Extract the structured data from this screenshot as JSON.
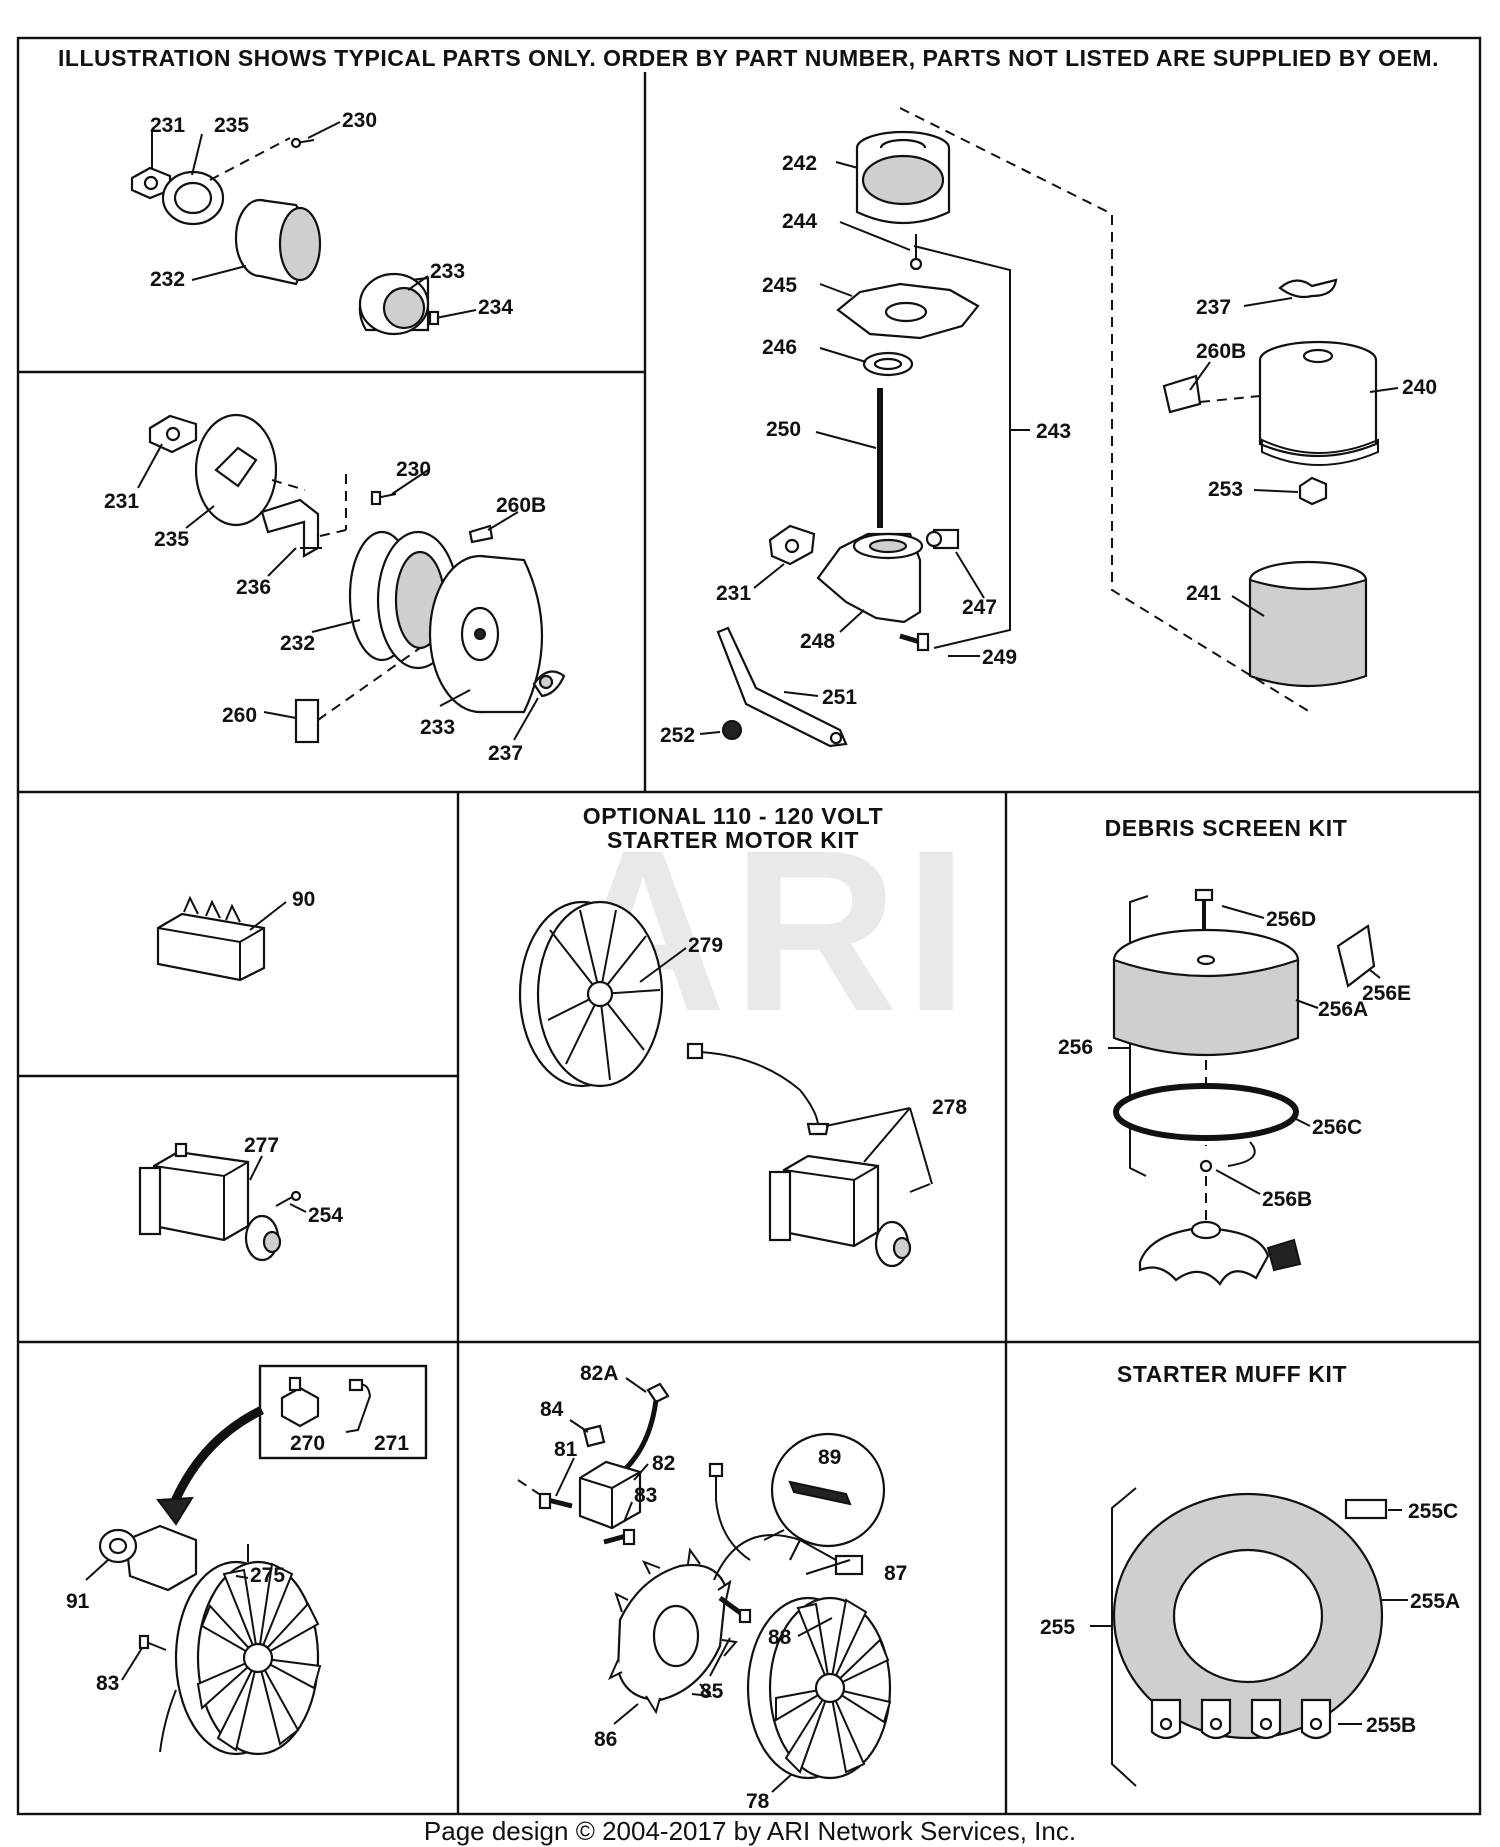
{
  "header": "ILLUSTRATION SHOWS TYPICAL PARTS ONLY. ORDER BY PART NUMBER, PARTS NOT LISTED ARE SUPPLIED BY OEM.",
  "watermark": "ARI",
  "footer": "Page design © 2004-2017 by ARI Network Services, Inc.",
  "panels": {
    "air_cleaner_small": {
      "labels": [
        "231",
        "235",
        "230",
        "232",
        "233",
        "234"
      ]
    },
    "air_cleaner_round": {
      "labels": [
        "231",
        "230",
        "235",
        "260B",
        "236",
        "232",
        "260",
        "233",
        "237"
      ]
    },
    "oil_bath_cleaner": {
      "labels": [
        "242",
        "244",
        "245",
        "246",
        "250",
        "243",
        "231",
        "247",
        "248",
        "249",
        "251",
        "252"
      ]
    },
    "air_cleaner_cover": {
      "labels": [
        "237",
        "260B",
        "240",
        "253",
        "241"
      ]
    },
    "part_90": {
      "labels": [
        "90"
      ]
    },
    "starter_277": {
      "labels": [
        "277",
        "254"
      ]
    },
    "starter_motor_kit": {
      "title_line1": "OPTIONAL 110 - 120 VOLT",
      "title_line2": "STARTER MOTOR KIT",
      "labels": [
        "279",
        "278"
      ]
    },
    "debris_screen_kit": {
      "title": "DEBRIS SCREEN KIT",
      "labels": [
        "256D",
        "256E",
        "256A",
        "256",
        "256C",
        "256B"
      ]
    },
    "flywheel_ignition": {
      "labels": [
        "270",
        "271",
        "275",
        "91",
        "83"
      ]
    },
    "alternator": {
      "labels": [
        "82A",
        "84",
        "81",
        "82",
        "83",
        "89",
        "87",
        "88",
        "85",
        "86",
        "78"
      ]
    },
    "starter_muff_kit": {
      "title": "STARTER MUFF KIT",
      "labels": [
        "255C",
        "255A",
        "255",
        "255B"
      ]
    }
  }
}
